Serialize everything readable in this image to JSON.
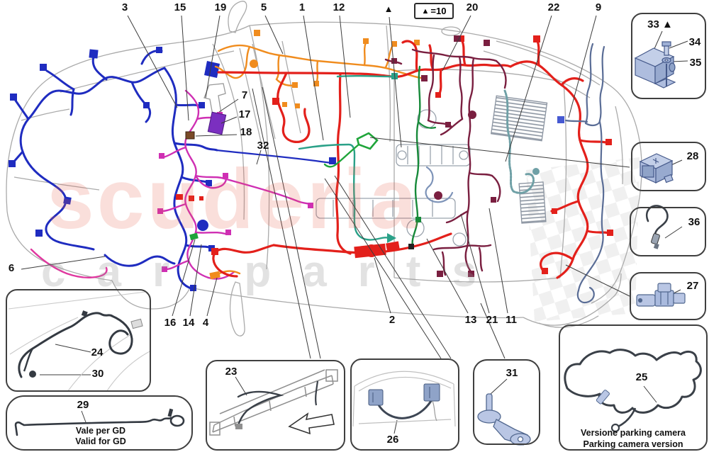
{
  "legend": {
    "symbol": "▲",
    "value": "=10"
  },
  "callouts": {
    "1": "1",
    "2": "2",
    "3": "3",
    "4": "4",
    "5": "5",
    "6": "6",
    "7": "7",
    "9": "9",
    "11": "11",
    "12": "12",
    "13": "13",
    "14": "14",
    "15": "15",
    "16": "16",
    "17": "17",
    "18": "18",
    "19": "19",
    "20": "20",
    "21": "21",
    "22": "22",
    "23": "23",
    "24": "24",
    "25": "25",
    "26": "26",
    "27": "27",
    "28": "28",
    "29": "29",
    "30": "30",
    "31": "31",
    "32": "32",
    "33_tri": "33 ▲",
    "34": "34",
    "35": "35",
    "36": "36",
    "triangle": "▲"
  },
  "insets": {
    "gd_cable": {
      "caption_it": "Vale per GD",
      "caption_en": "Valid for GD"
    },
    "parking_camera": {
      "caption_it": "Versione parking camera",
      "caption_en": "Parking camera version"
    }
  },
  "watermark": {
    "brand_line1": "scuderia",
    "brand_line2": "car parts"
  },
  "harness_colors": {
    "front_harness_blue": "#1f2cc0",
    "cabin_magenta": "#cf2fb3",
    "bumper_pink": "#e0379f",
    "roof_orange": "#f08c1e",
    "main_red": "#e3201b",
    "engine_maroon": "#7a1f40",
    "injection_green": "#1fa53a",
    "center_teal": "#2aa188",
    "rear_steel_blue": "#5a6d96",
    "braided_teal": "#6fa0a6",
    "component_fill_blue": "#b9c6e4"
  }
}
